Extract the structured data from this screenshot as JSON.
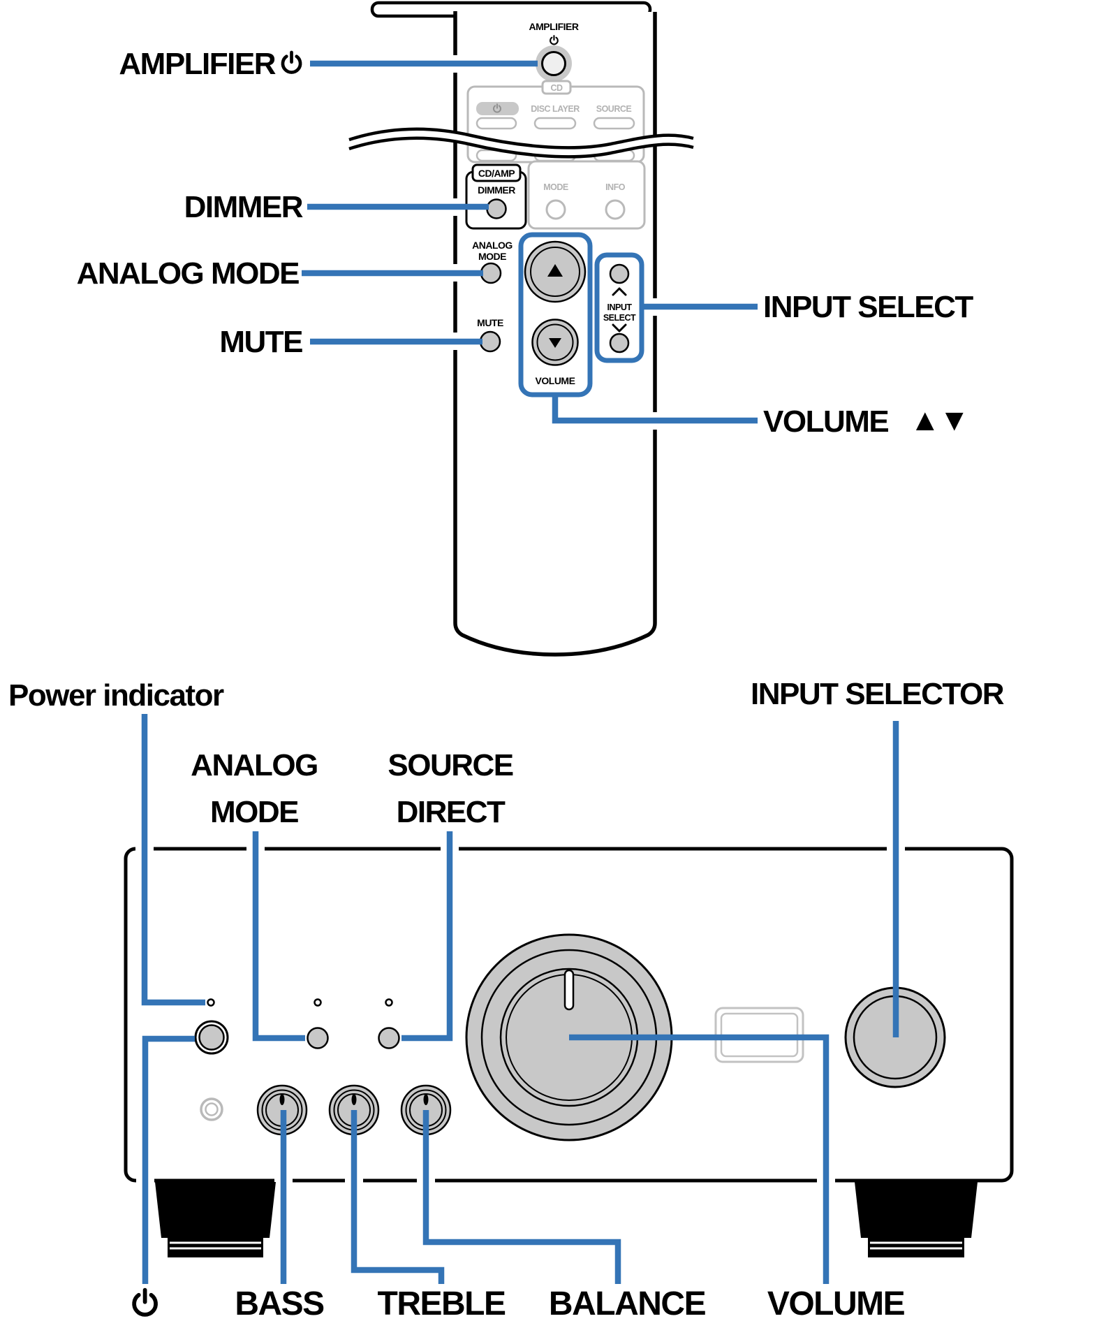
{
  "colors": {
    "callout_blue": "#3474b6",
    "button_gray": "#c8c8c8",
    "muted_stroke": "#b9b9b9",
    "muted_text": "#b2b2b2"
  },
  "remote": {
    "amplifier_button_label": "AMPLIFIER",
    "cd_section_label": "CD",
    "cd_disc_layer_label": "DISC LAYER",
    "cd_source_label": "SOURCE",
    "cd_amp_tag": "CD/AMP",
    "dimmer_button_label": "DIMMER",
    "mode_button_label": "MODE",
    "info_button_label": "INFO",
    "analog_mode_label_line1": "ANALOG",
    "analog_mode_label_line2": "MODE",
    "mute_button_label": "MUTE",
    "volume_group_label": "VOLUME",
    "input_select_label_line1": "INPUT",
    "input_select_label_line2": "SELECT"
  },
  "callouts": {
    "amplifier": "AMPLIFIER",
    "dimmer": "DIMMER",
    "analog_mode": "ANALOG MODE",
    "mute": "MUTE",
    "input_select": "INPUT SELECT",
    "volume_updown": "VOLUME",
    "volume_updown_arrows": "▲▼",
    "power_indicator": "Power indicator",
    "input_selector": "INPUT SELECTOR",
    "front_analog_line1": "ANALOG",
    "front_analog_line2": "MODE",
    "front_source_line1": "SOURCE",
    "front_source_line2": "DIRECT",
    "bass": "BASS",
    "treble": "TREBLE",
    "balance": "BALANCE",
    "volume": "VOLUME"
  }
}
